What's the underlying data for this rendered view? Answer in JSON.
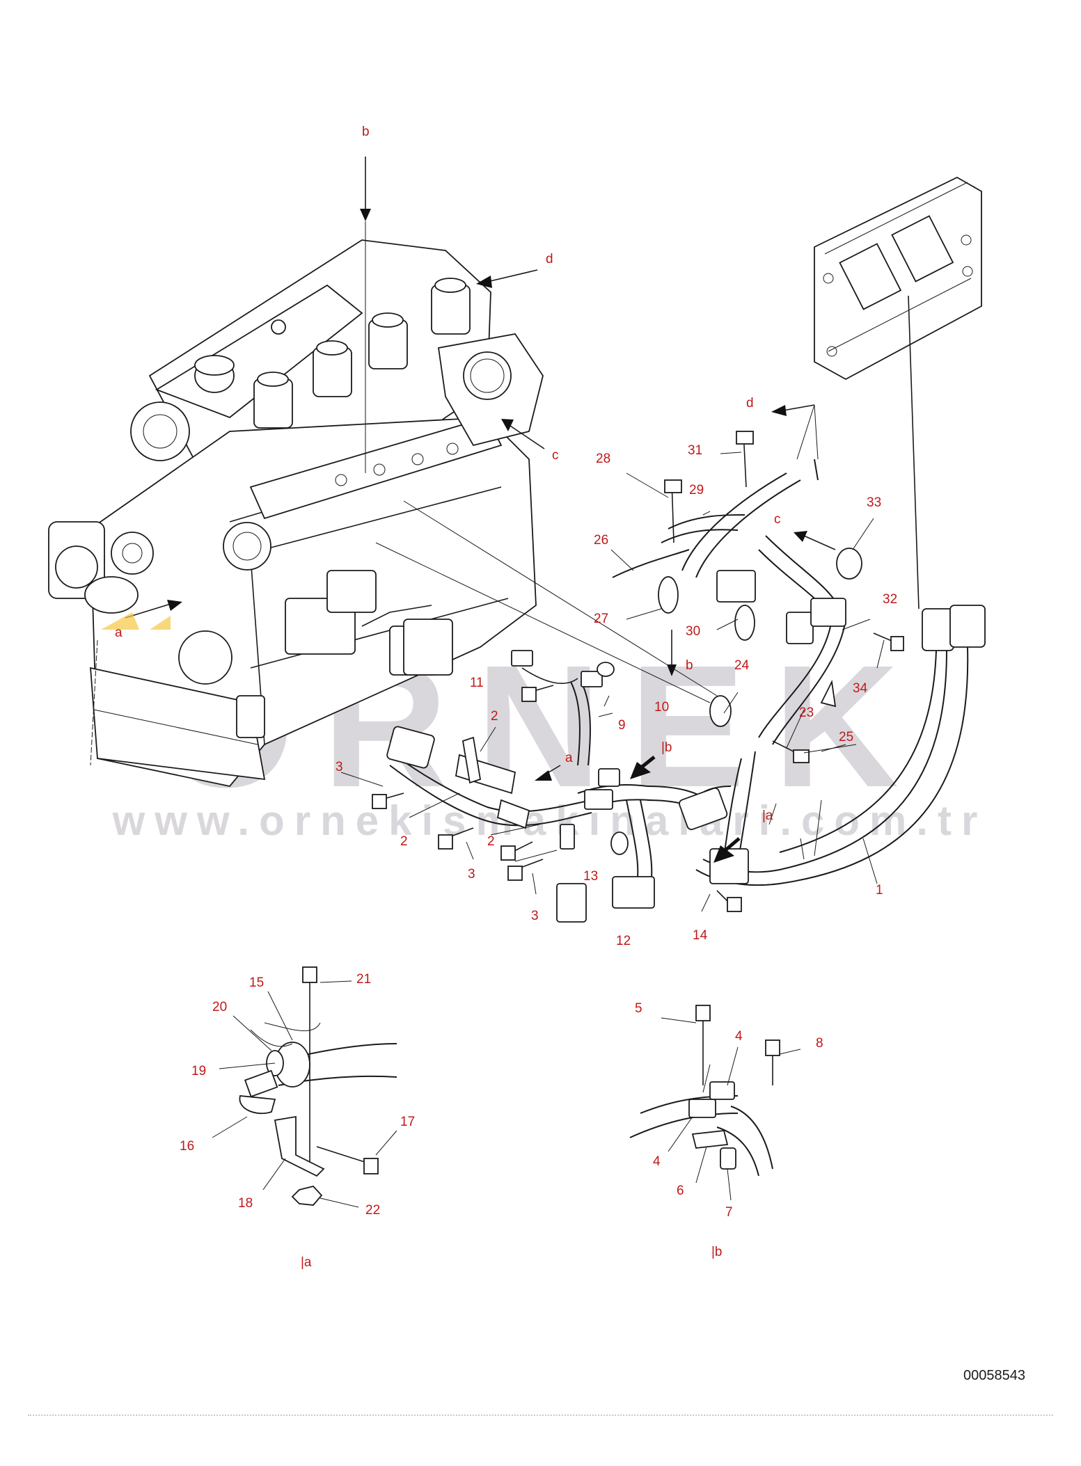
{
  "watermark": {
    "brand": "ÖRNEK",
    "url": "www.ornekismakinalari.com.tr",
    "color": "#d9d7db"
  },
  "document_number": "00058543",
  "label_color": "#c01818",
  "detail_labels": {
    "detail_a": "|a",
    "detail_b": "|b"
  },
  "ref_letters": {
    "top_b": "b",
    "top_d": "d",
    "engine_c": "c",
    "engine_a": "a",
    "harness_d": "d",
    "harness_c": "c",
    "harness_b": "b",
    "harness_a": "a",
    "harness_b_detail": "|b",
    "harness_a_detail": "|a"
  },
  "parts": {
    "p1": "1",
    "p2a": "2",
    "p2b": "2",
    "p2c": "2",
    "p3a": "3",
    "p3b": "3",
    "p3c": "3",
    "p4a": "4",
    "p4b": "4",
    "p5": "5",
    "p6": "6",
    "p7": "7",
    "p8": "8",
    "p9": "9",
    "p10": "10",
    "p11": "11",
    "p12": "12",
    "p13": "13",
    "p14": "14",
    "p15": "15",
    "p16": "16",
    "p17": "17",
    "p18": "18",
    "p19": "19",
    "p20": "20",
    "p21": "21",
    "p22": "22",
    "p23": "23",
    "p24": "24",
    "p25": "25",
    "p26": "26",
    "p27": "27",
    "p28": "28",
    "p29": "29",
    "p30": "30",
    "p31": "31",
    "p32": "32",
    "p33": "33",
    "p34": "34"
  }
}
